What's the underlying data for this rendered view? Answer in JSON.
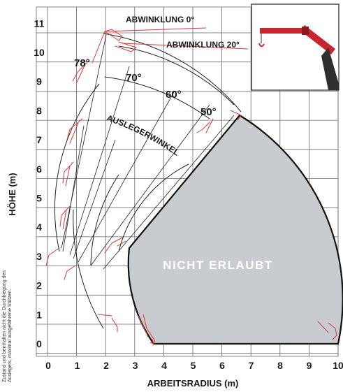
{
  "axes": {
    "y_title": "HÖHE (m)",
    "x_title": "ARBEITSRADIUS (m)",
    "y_ticks": [
      "0",
      "1",
      "2",
      "3",
      "4",
      "5",
      "6",
      "7",
      "8",
      "9",
      "10",
      "11"
    ],
    "x_ticks": [
      "0",
      "1",
      "2",
      "3",
      "4",
      "5",
      "6",
      "7",
      "8",
      "9",
      "10"
    ]
  },
  "labels": {
    "abwinklung_0": "ABWINKLUNG 0°",
    "abwinklung_20": "ABWINKLUNG 20°",
    "auslegerwinkel": "AUSLEGERWINKEL",
    "nicht_erlaubt": "NICHT ERLAUBT"
  },
  "angles": [
    "78°",
    "70°",
    "60°",
    "50°"
  ],
  "footnote": {
    "line1": "Zustand und beinhalten nicht die Durchbiegung des",
    "line2": "Auslegers, maximal ausgefahrene Stützen."
  },
  "colors": {
    "forbidden_fill": "#c8ccd0",
    "boom_red": "#d63a3a",
    "grid": "#6a6a6a"
  }
}
